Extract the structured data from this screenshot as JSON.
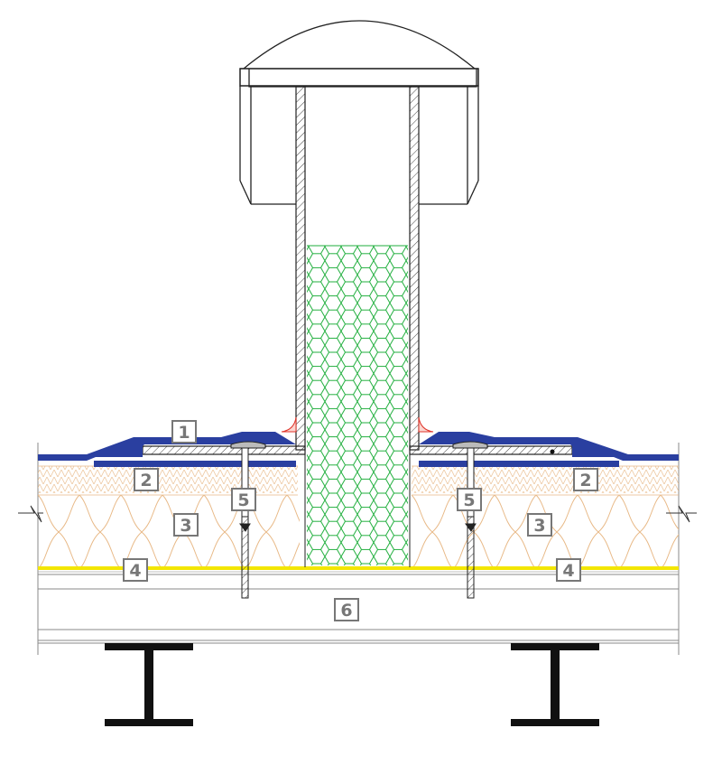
{
  "callouts": [
    {
      "id": "callout-1",
      "text": "1"
    },
    {
      "id": "callout-2-left",
      "text": "2"
    },
    {
      "id": "callout-2-right",
      "text": "2"
    },
    {
      "id": "callout-3-left",
      "text": "3"
    },
    {
      "id": "callout-3-right",
      "text": "3"
    },
    {
      "id": "callout-4-left",
      "text": "4"
    },
    {
      "id": "callout-4-right",
      "text": "4"
    },
    {
      "id": "callout-5-left",
      "text": "5"
    },
    {
      "id": "callout-5-right",
      "text": "5"
    },
    {
      "id": "callout-6",
      "text": "6"
    }
  ],
  "colors": {
    "membrane": "#2a3fa0",
    "insulation_lines": "#e8b987",
    "vapour_barrier": "#f3e600",
    "pipe_fill": "#1fae3c",
    "sealant": "#e0352b",
    "outline": "#222222",
    "label_box": "#777777",
    "steel_beam": "#111111"
  }
}
